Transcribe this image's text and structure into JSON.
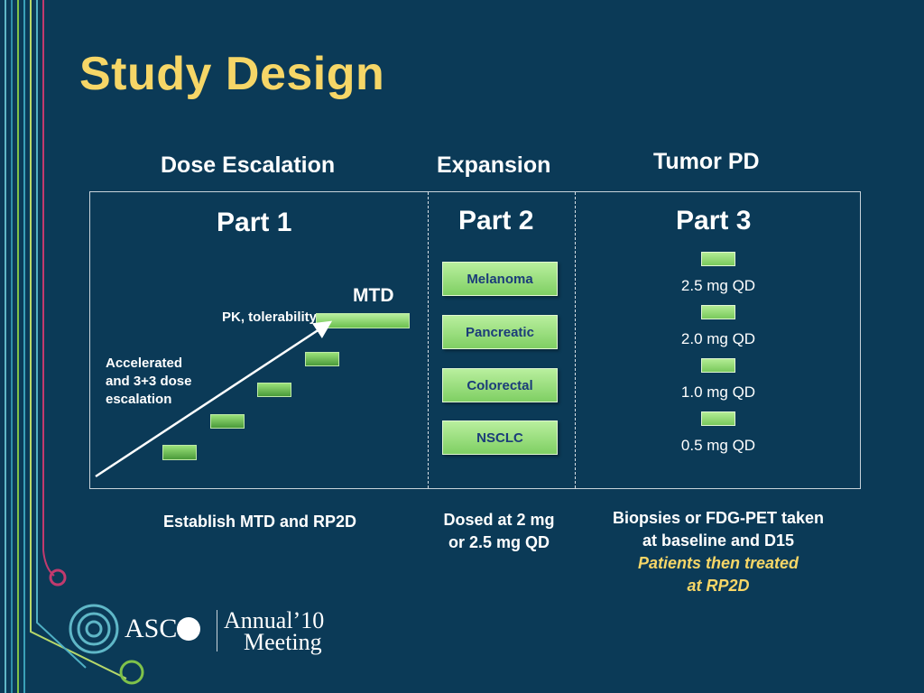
{
  "title": "Study Design",
  "columns": {
    "dose_escalation": "Dose Escalation",
    "expansion": "Expansion",
    "tumor_pd": "Tumor PD"
  },
  "part1": {
    "label": "Part 1",
    "mtd": "MTD",
    "pk": "PK, tolerability",
    "accel_lines": [
      "Accelerated",
      "and 3+3 dose",
      "escalation"
    ],
    "footer": "Establish MTD and RP2D"
  },
  "part2": {
    "label": "Part 2",
    "cohorts": [
      "Melanoma",
      "Pancreatic",
      "Colorectal",
      "NSCLC"
    ],
    "footer_lines": [
      "Dosed at 2 mg",
      "or 2.5 mg QD"
    ]
  },
  "part3": {
    "label": "Part 3",
    "doses": [
      "2.5 mg QD",
      "2.0 mg QD",
      "1.0 mg QD",
      "0.5 mg QD"
    ],
    "footer_lines": [
      "Biopsies or FDG-PET taken",
      "at baseline and D15"
    ],
    "footer_italic_lines": [
      "Patients then treated",
      "at RP2D"
    ]
  },
  "logo": {
    "asco": "ASC",
    "annual": "Annual’10",
    "meeting": "Meeting"
  },
  "colors": {
    "background": "#0b3a57",
    "title": "#f6d667",
    "green": "#7fcf63",
    "cohort_text": "#1b3c79"
  }
}
